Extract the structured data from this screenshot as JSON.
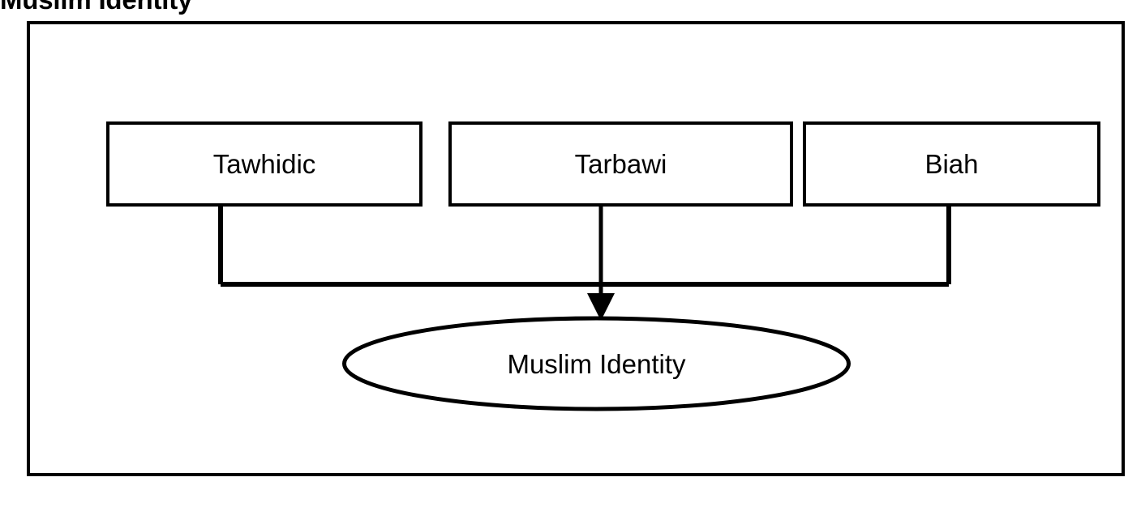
{
  "figure": {
    "title": "Muslim Identity",
    "frame_color": "#000000",
    "background_color": "#ffffff"
  },
  "diagram": {
    "type": "flowchart",
    "nodes": [
      {
        "id": "tawhidic",
        "label": "Tawhidic",
        "shape": "rectangle"
      },
      {
        "id": "tarbawi",
        "label": "Tarbawi",
        "shape": "rectangle"
      },
      {
        "id": "biah",
        "label": "Biah",
        "shape": "rectangle"
      },
      {
        "id": "muslim-identity",
        "label": "Muslim Identity",
        "shape": "ellipse"
      }
    ],
    "edges": [
      {
        "from": "tawhidic",
        "to": "muslim-identity",
        "style": "elbow",
        "arrowhead": false
      },
      {
        "from": "tarbawi",
        "to": "muslim-identity",
        "style": "straight",
        "arrowhead": true
      },
      {
        "from": "biah",
        "to": "muslim-identity",
        "style": "elbow",
        "arrowhead": false
      }
    ]
  }
}
